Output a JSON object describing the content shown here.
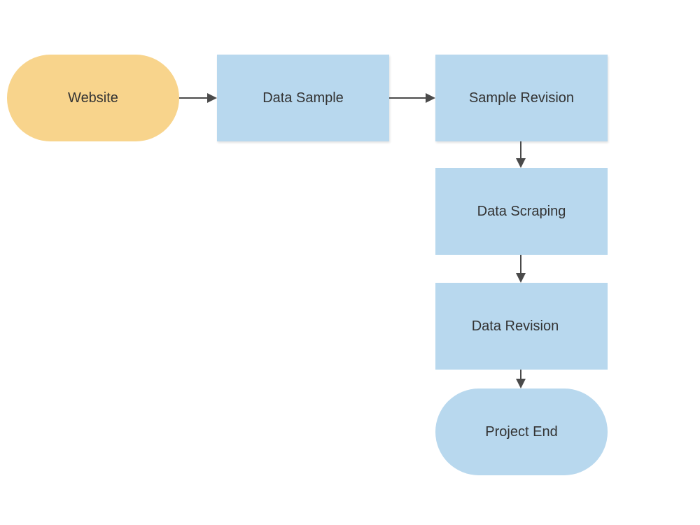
{
  "diagram": {
    "colors": {
      "start_fill": "#F8D48C",
      "process_fill": "#B8D8EE",
      "end_fill": "#B8D8EE",
      "connector": "#4a4a4a",
      "text": "#333333"
    },
    "nodes": {
      "website": {
        "label": "Website",
        "shape": "terminator"
      },
      "data_sample": {
        "label": "Data Sample",
        "shape": "process"
      },
      "sample_revision": {
        "label": "Sample Revision",
        "shape": "process"
      },
      "data_scraping": {
        "label": "Data Scraping",
        "shape": "process"
      },
      "data_revision": {
        "label": "Data Revision",
        "shape": "process"
      },
      "project_end": {
        "label": "Project End",
        "shape": "terminator"
      }
    },
    "edges": [
      {
        "from": "website",
        "to": "data_sample"
      },
      {
        "from": "data_sample",
        "to": "sample_revision"
      },
      {
        "from": "sample_revision",
        "to": "data_scraping"
      },
      {
        "from": "data_scraping",
        "to": "data_revision"
      },
      {
        "from": "data_revision",
        "to": "project_end"
      }
    ]
  }
}
